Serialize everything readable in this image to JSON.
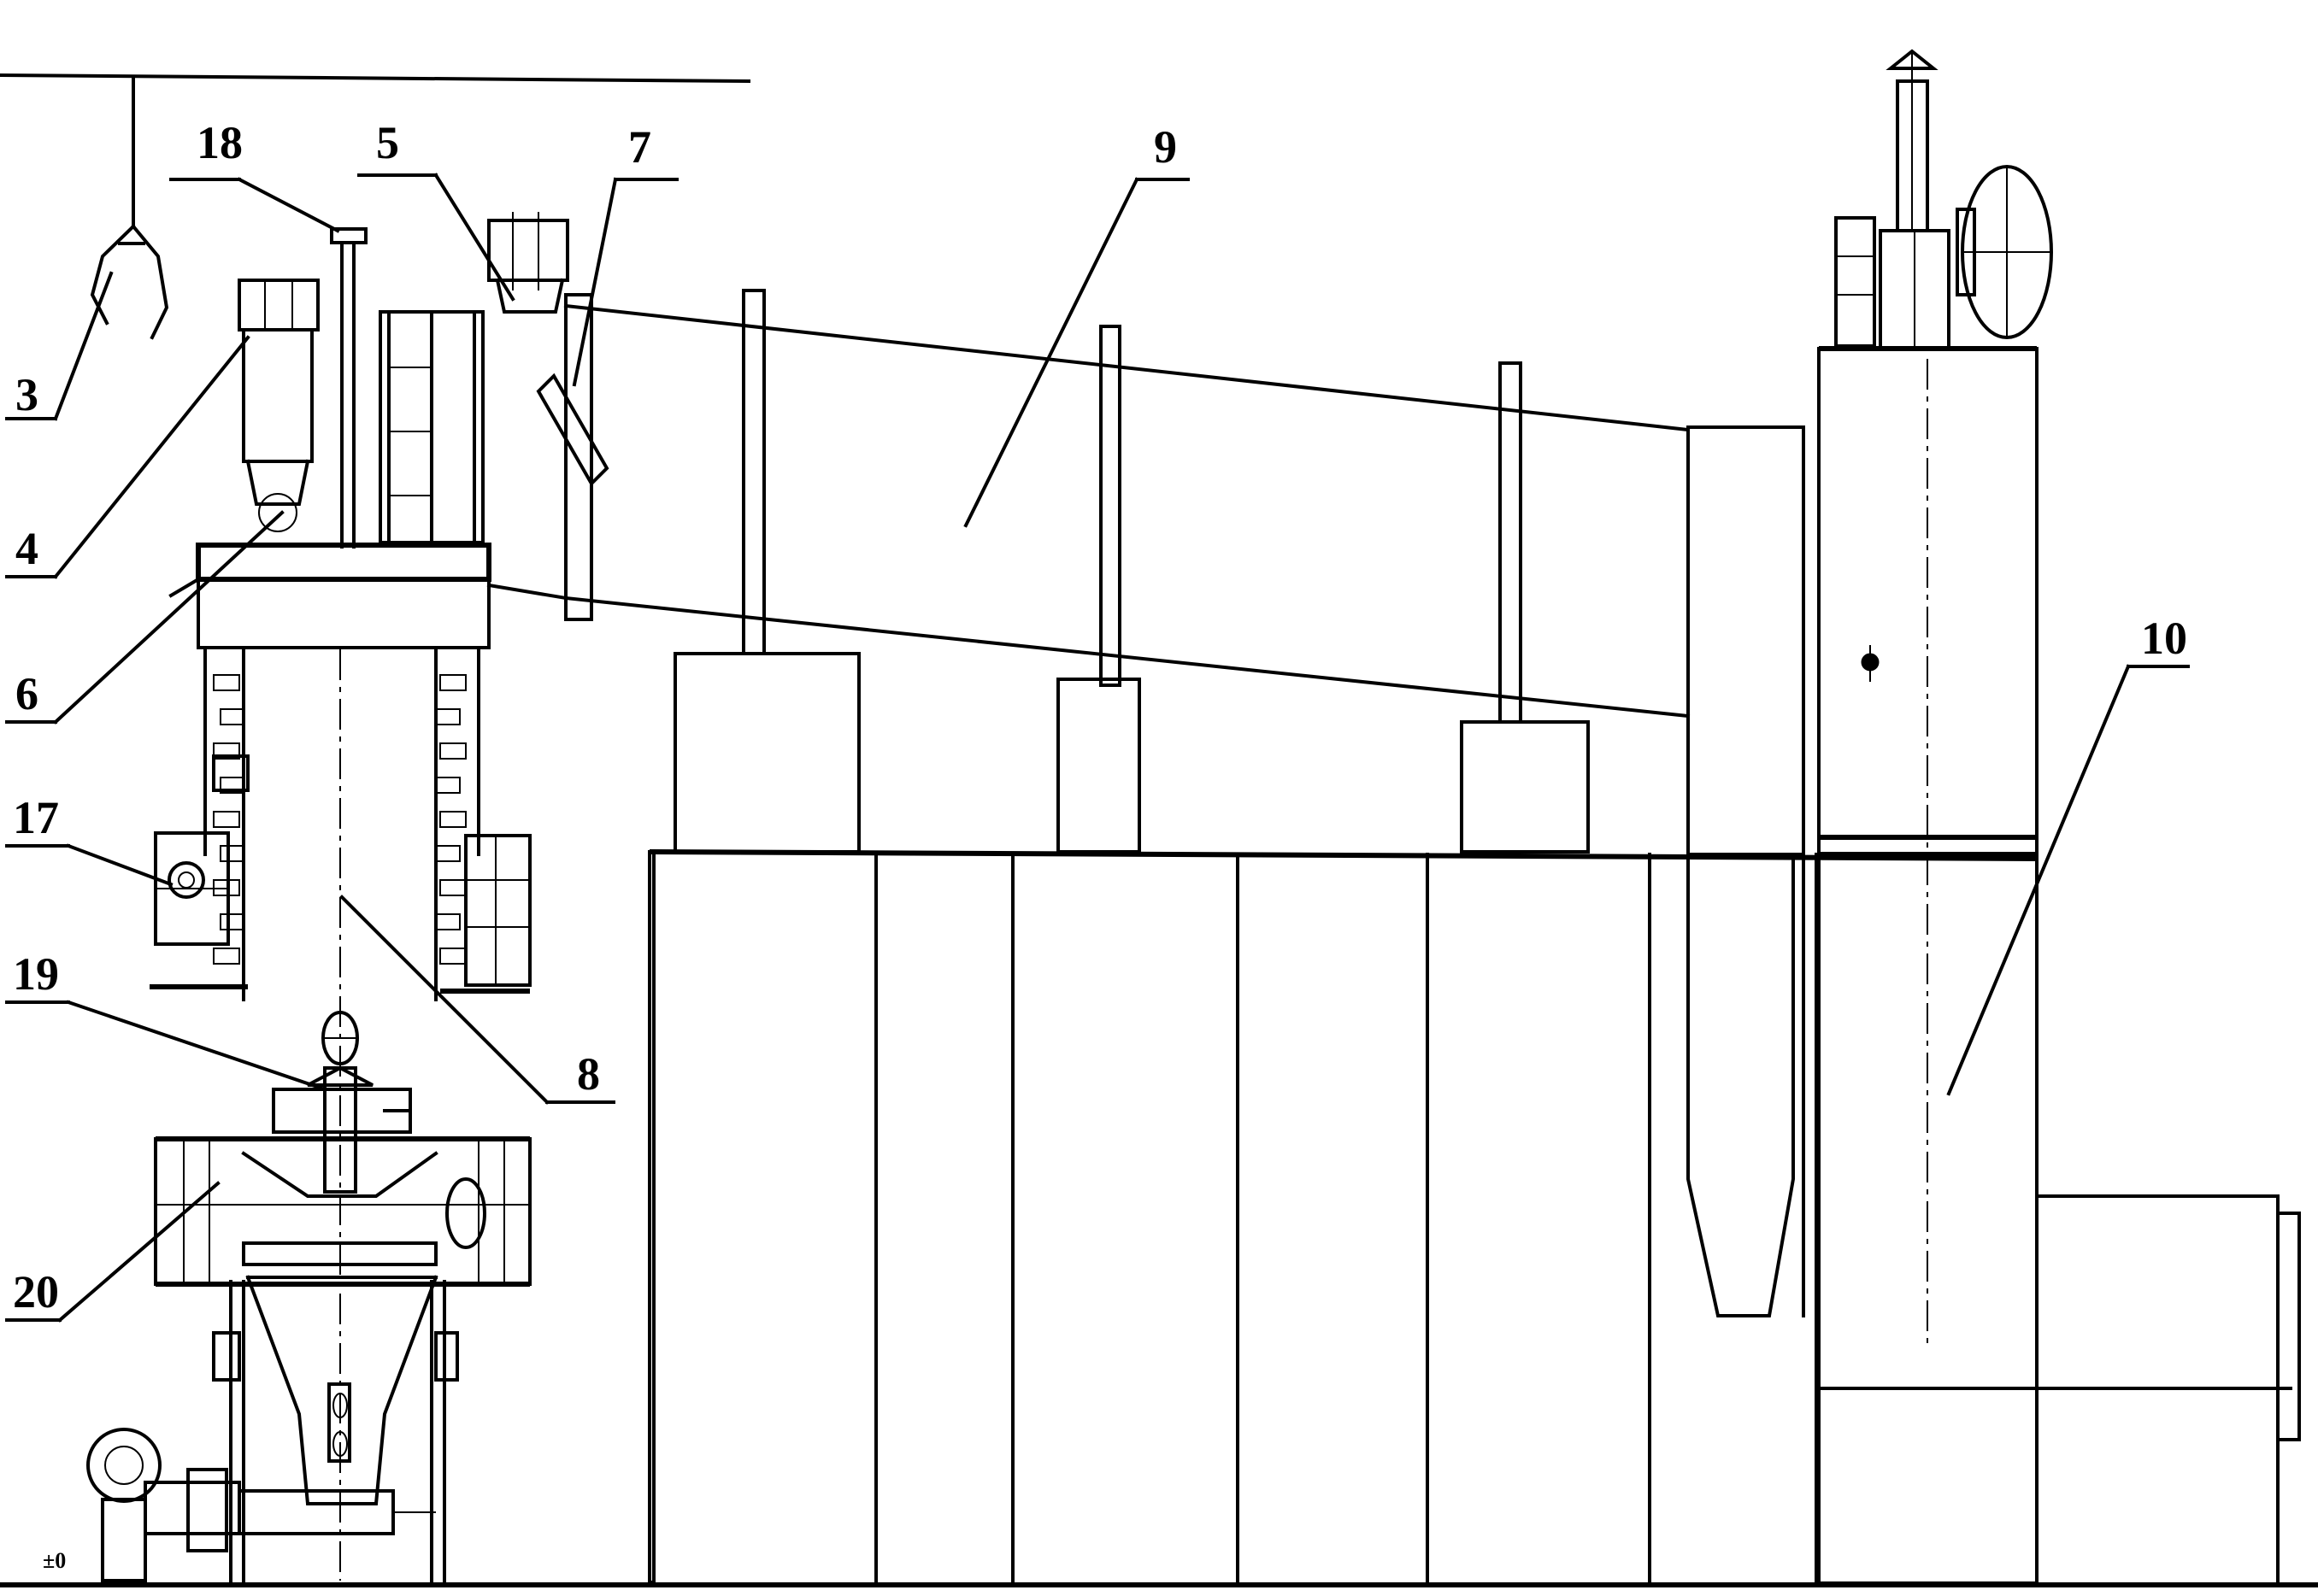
{
  "labels": {
    "l3": "3",
    "l4": "4",
    "l5": "5",
    "l6": "6",
    "l7": "7",
    "l8": "8",
    "l9": "9",
    "l10": "10",
    "l17": "17",
    "l18": "18",
    "l19": "19",
    "l20": "20",
    "ground": "±0"
  }
}
